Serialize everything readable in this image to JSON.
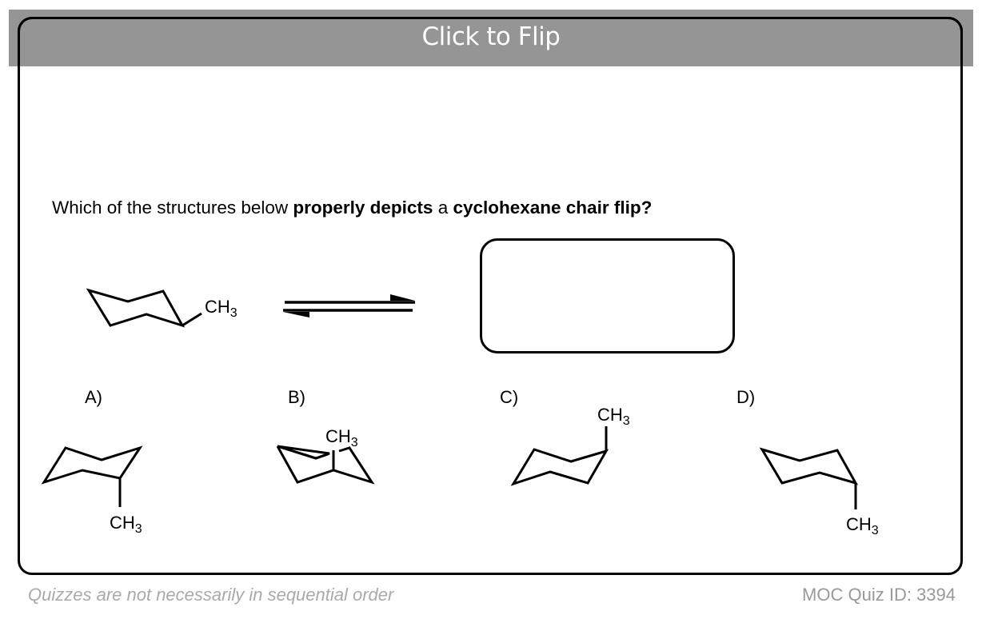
{
  "header": {
    "title": "Click to Flip"
  },
  "question": {
    "prefix": "Which of the structures below ",
    "bold1": "properly depicts",
    "mid": " a ",
    "bold2": "cyclohexane chair flip?"
  },
  "molecule": {
    "ch": "CH",
    "sub": "3"
  },
  "options": [
    {
      "label": "A)"
    },
    {
      "label": "B)"
    },
    {
      "label": "C)"
    },
    {
      "label": "D)"
    }
  ],
  "footer": {
    "left": "Quizzes are not necessarily in sequential order",
    "right": "MOC Quiz ID: 3394"
  }
}
